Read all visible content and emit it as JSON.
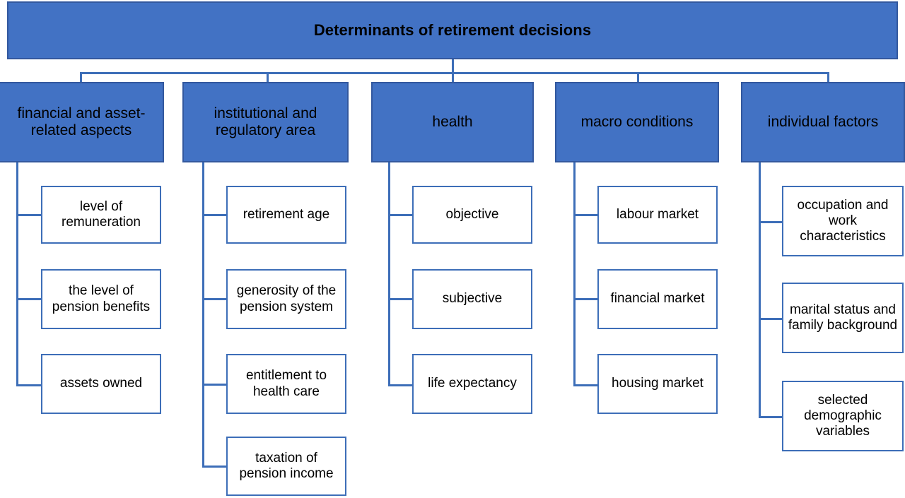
{
  "diagram": {
    "title": "Determinants of retirement decisions",
    "type": "hierarchy-tree",
    "colors": {
      "branch_fill": "#4272C4",
      "branch_border": "#33589E",
      "leaf_fill": "#FFFFFF",
      "leaf_border": "#3D6EB8",
      "connector": "#3D6EB8",
      "text": "#000000"
    },
    "root": {
      "label": "Determinants of retirement decisions"
    },
    "branches": [
      {
        "id": "financial",
        "label": "financial and asset-related aspects",
        "children": [
          {
            "label": "level of remuneration"
          },
          {
            "label": "the level of pension benefits"
          },
          {
            "label": "assets owned"
          }
        ]
      },
      {
        "id": "institutional",
        "label": "institutional and regulatory area",
        "children": [
          {
            "label": "retirement age"
          },
          {
            "label": "generosity of the pension system"
          },
          {
            "label": "entitlement to health care"
          },
          {
            "label": "taxation of pension income"
          }
        ]
      },
      {
        "id": "health",
        "label": "health",
        "children": [
          {
            "label": "objective"
          },
          {
            "label": "subjective"
          },
          {
            "label": "life expectancy"
          }
        ]
      },
      {
        "id": "macro",
        "label": "macro conditions",
        "children": [
          {
            "label": "labour market"
          },
          {
            "label": "financial market"
          },
          {
            "label": "housing market"
          }
        ]
      },
      {
        "id": "individual",
        "label": "individual factors",
        "children": [
          {
            "label": "occupation and work characteristics"
          },
          {
            "label": "marital status and family background"
          },
          {
            "label": "selected demographic variables"
          }
        ]
      }
    ]
  }
}
